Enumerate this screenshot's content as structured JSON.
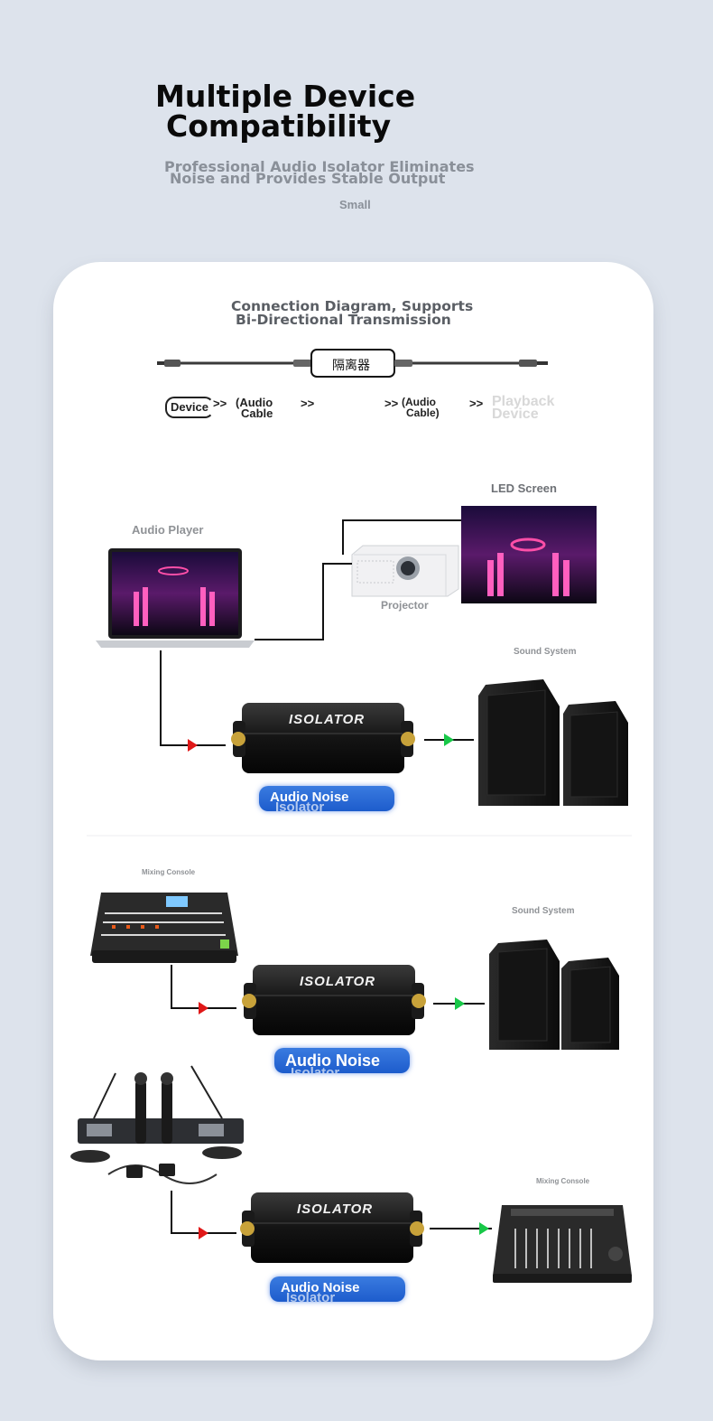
{
  "hero": {
    "title_line1": "Multiple Device",
    "title_line2": "Compatibility",
    "subtitle_line1": "Professional Audio Isolator Eliminates",
    "subtitle_line2": "Noise and Provides Stable Output",
    "small": "Small"
  },
  "diagram": {
    "title_line1": "Connection Diagram, Supports",
    "title_line2": "Bi-Directional Transmission",
    "isolator_cn": "隔离器",
    "flow": {
      "device": "Device",
      "arrow": ">>",
      "audio_cable_1a": "(Audio",
      "audio_cable_1b": "Cable",
      "audio_cable_2a": "(Audio",
      "audio_cable_2b": "Cable)",
      "playback_a": "Playback",
      "playback_b": "Device"
    }
  },
  "scene1": {
    "led_screen": "LED Screen",
    "audio_player": "Audio Player",
    "projector": "Projector",
    "sound_system": "Sound System",
    "isolator_label": "ISOLATOR",
    "pill_line1": "Audio Noise",
    "pill_line2": "Isolator"
  },
  "scene2": {
    "mixing_console": "Mixing Console",
    "sound_system": "Sound System",
    "isolator_label": "ISOLATOR",
    "pill_line1": "Audio Noise",
    "pill_line2": "Isolator"
  },
  "scene3": {
    "mixing_console": "Mixing Console",
    "isolator_label": "ISOLATOR",
    "pill_line1": "Audio Noise",
    "pill_line2": "Isolator"
  },
  "colors": {
    "arrow_in": "#e01818",
    "arrow_out": "#18c848",
    "pill_blue": "#2a6ad8",
    "background": "#dde3ec"
  }
}
